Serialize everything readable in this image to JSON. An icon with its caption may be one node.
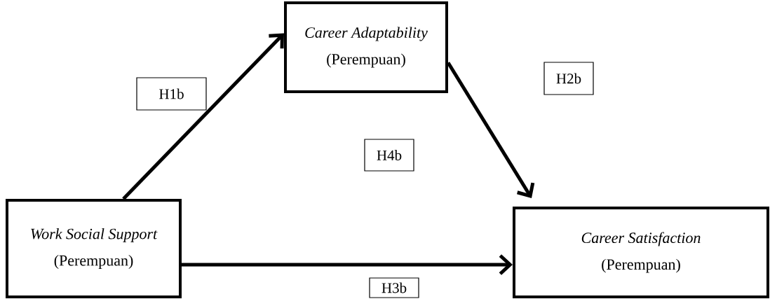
{
  "diagram": {
    "nodes": [
      {
        "text": [
          "Career Adaptability",
          "(Perempuan)"
        ]
      },
      {
        "text": [
          "Work Social Support",
          "(Perempuan)"
        ]
      },
      {
        "text": [
          "Career Satisfaction",
          "(Perempuan)"
        ]
      },
      {
        "text": [
          "H1b"
        ]
      },
      {
        "text": [
          "H2b"
        ]
      },
      {
        "text": [
          "H4b"
        ]
      },
      {
        "text": [
          "H3b"
        ]
      }
    ],
    "edges": [
      {
        "from": 1,
        "to": 0,
        "arrow": "to"
      },
      {
        "from": 0,
        "to": 2,
        "arrow": "to"
      },
      {
        "from": 1,
        "to": 2,
        "arrow": "to"
      }
    ]
  }
}
